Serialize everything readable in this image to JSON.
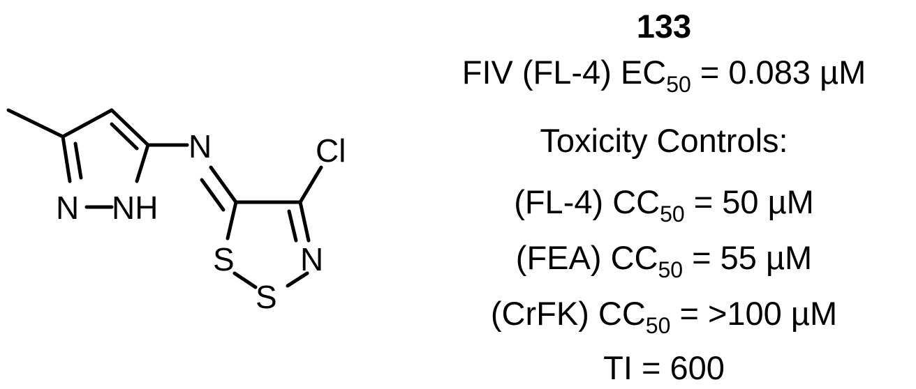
{
  "molecule": {
    "atoms": {
      "n_ring": "N",
      "nh": "NH",
      "n_exo": "N",
      "cl": "Cl",
      "s1": "S",
      "s2": "S",
      "n_dithiazole": "N"
    }
  },
  "compound": {
    "id": "133",
    "assay": {
      "prefix": "FIV (FL-4) EC",
      "subscript": "50",
      "value": " = 0.083 µM"
    },
    "toxicity_heading": "Toxicity Controls:",
    "controls": [
      {
        "prefix": "(FL-4) CC",
        "subscript": "50",
        "value": " = 50 µM"
      },
      {
        "prefix": "(FEA) CC",
        "subscript": "50",
        "value": " = 55 µM"
      },
      {
        "prefix": "(CrFK) CC",
        "subscript": "50",
        "value": " = >100 µM"
      }
    ],
    "ti": "TI = 600"
  }
}
